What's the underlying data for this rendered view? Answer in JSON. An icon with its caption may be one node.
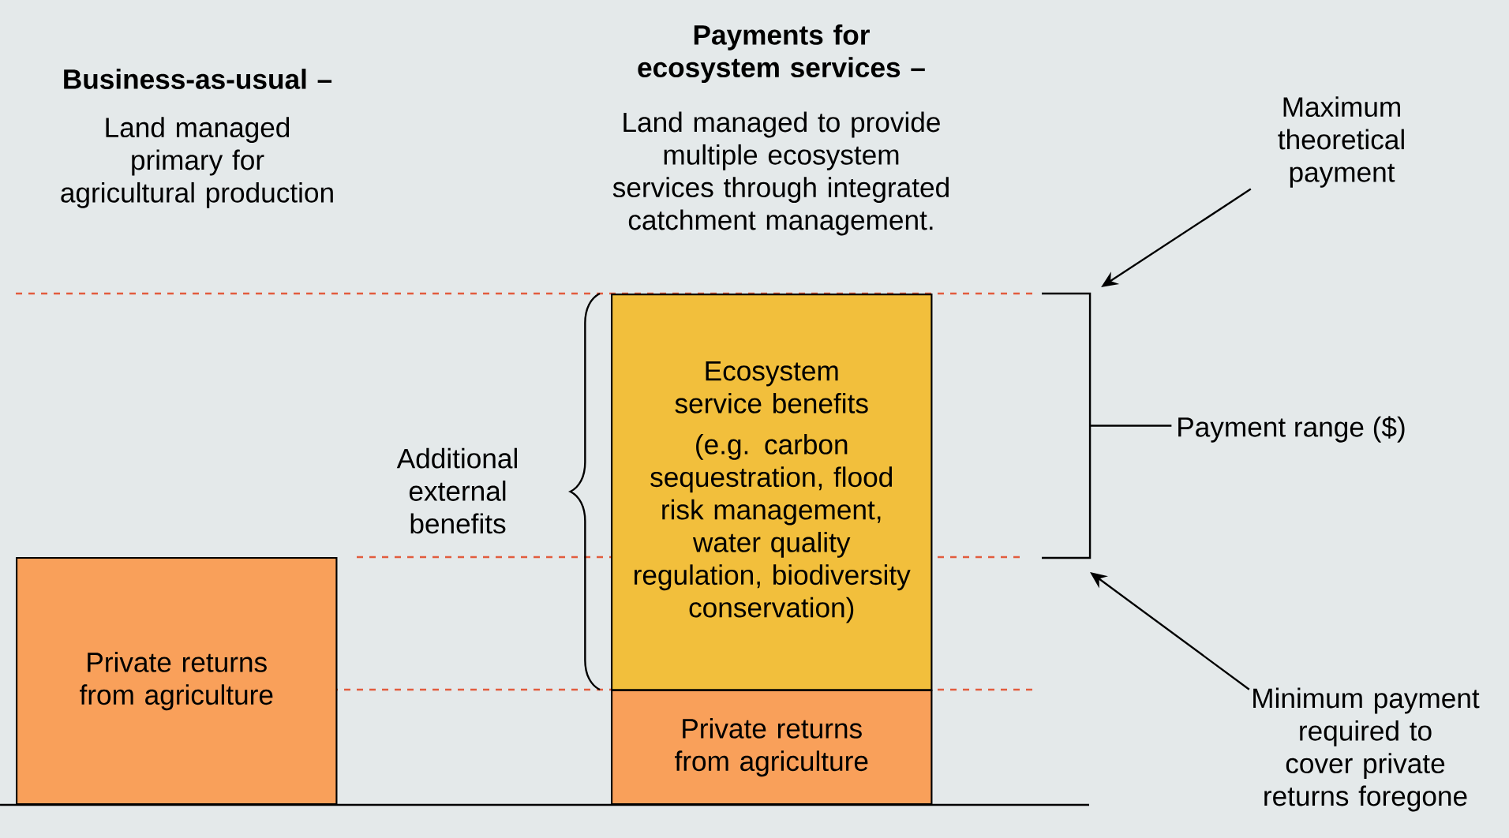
{
  "diagram": {
    "nodes": [
      {
        "text": [
          "Private returns from agriculture"
        ]
      },
      {
        "text": [
          "Ecosystem service benefits",
          "(e.g. carbon sequestration, flood risk management, water quality regulation, biodiversity conservation)"
        ]
      },
      {
        "text": [
          "Private returns from agriculture"
        ]
      },
      {
        "text": [
          "Maximum theoretical payment"
        ]
      },
      {
        "text": [
          "Minimum payment required to cover private returns foregone"
        ]
      },
      {
        "text": [],
        "shape": "bracket"
      },
      {
        "text": [
          "Payment range ($)"
        ]
      }
    ],
    "edges": [
      {
        "from": 3,
        "to": 5,
        "arrow": "to"
      },
      {
        "from": 4,
        "to": 5,
        "arrow": "to"
      },
      {
        "from": 5,
        "to": 6,
        "arrow": "none"
      }
    ],
    "labels": [
      "Business-as-usual –",
      "Land managed primary for agricultural production",
      "Payments for ecosystem services –",
      "Land managed to provide multiple ecosystem services through integrated catchment management.",
      "Additional external benefits"
    ]
  }
}
